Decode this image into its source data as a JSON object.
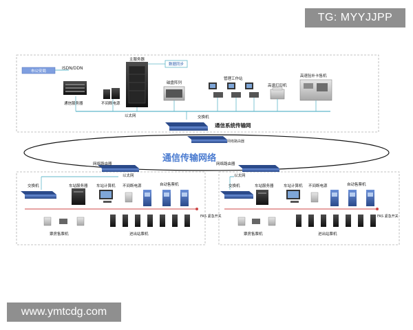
{
  "overlays": {
    "tg_label": "TG: MYYJJPP",
    "site_label": "www.ymtcdg.com"
  },
  "top_section": {
    "badge_label": "市公安局",
    "isdn_label": "ISDN/DDN",
    "router_label": "通信服务器",
    "ups_label": "不间断电源",
    "server_label": "主服务器",
    "link_label": "数据同步",
    "storage_label": "磁盘阵列",
    "workstations_label": "管理工作站",
    "printer_label": "高速打印机",
    "dispenser_label": "高速验补卡售机",
    "lan_label": "以太网",
    "switch_label": "交换机",
    "router2_label": "网络路由器",
    "network_label": "通信系统传输网"
  },
  "transmission": {
    "title": "通信传输网络"
  },
  "left_station": {
    "router_label": "网络路由器",
    "lan_label": "以太网",
    "switch_label": "交换机",
    "server_label": "车站服务器",
    "pc_label": "车站计算机",
    "ups_label": "不间断电源",
    "ticket_label": "自动售票机",
    "fas_label": "FAS 紧急开关",
    "gates_label": "进出站票机",
    "office_label": "票房售票机"
  },
  "right_station": {
    "router_label": "网络路由器",
    "lan_label": "以太网",
    "switch_label": "交换机",
    "server_label": "车站服务器",
    "pc_label": "车站计算机",
    "ups_label": "不间断电源",
    "ticket_label": "自动售票机",
    "fas_label": "FAS 紧急开关",
    "gates_label": "进出站票机",
    "office_label": "票房售票机"
  },
  "colors": {
    "accent_blue": "#4a7bd0",
    "line_cyan": "#5fb7c9",
    "line_red": "#cc4444",
    "box_dash": "#b0b0b0"
  }
}
